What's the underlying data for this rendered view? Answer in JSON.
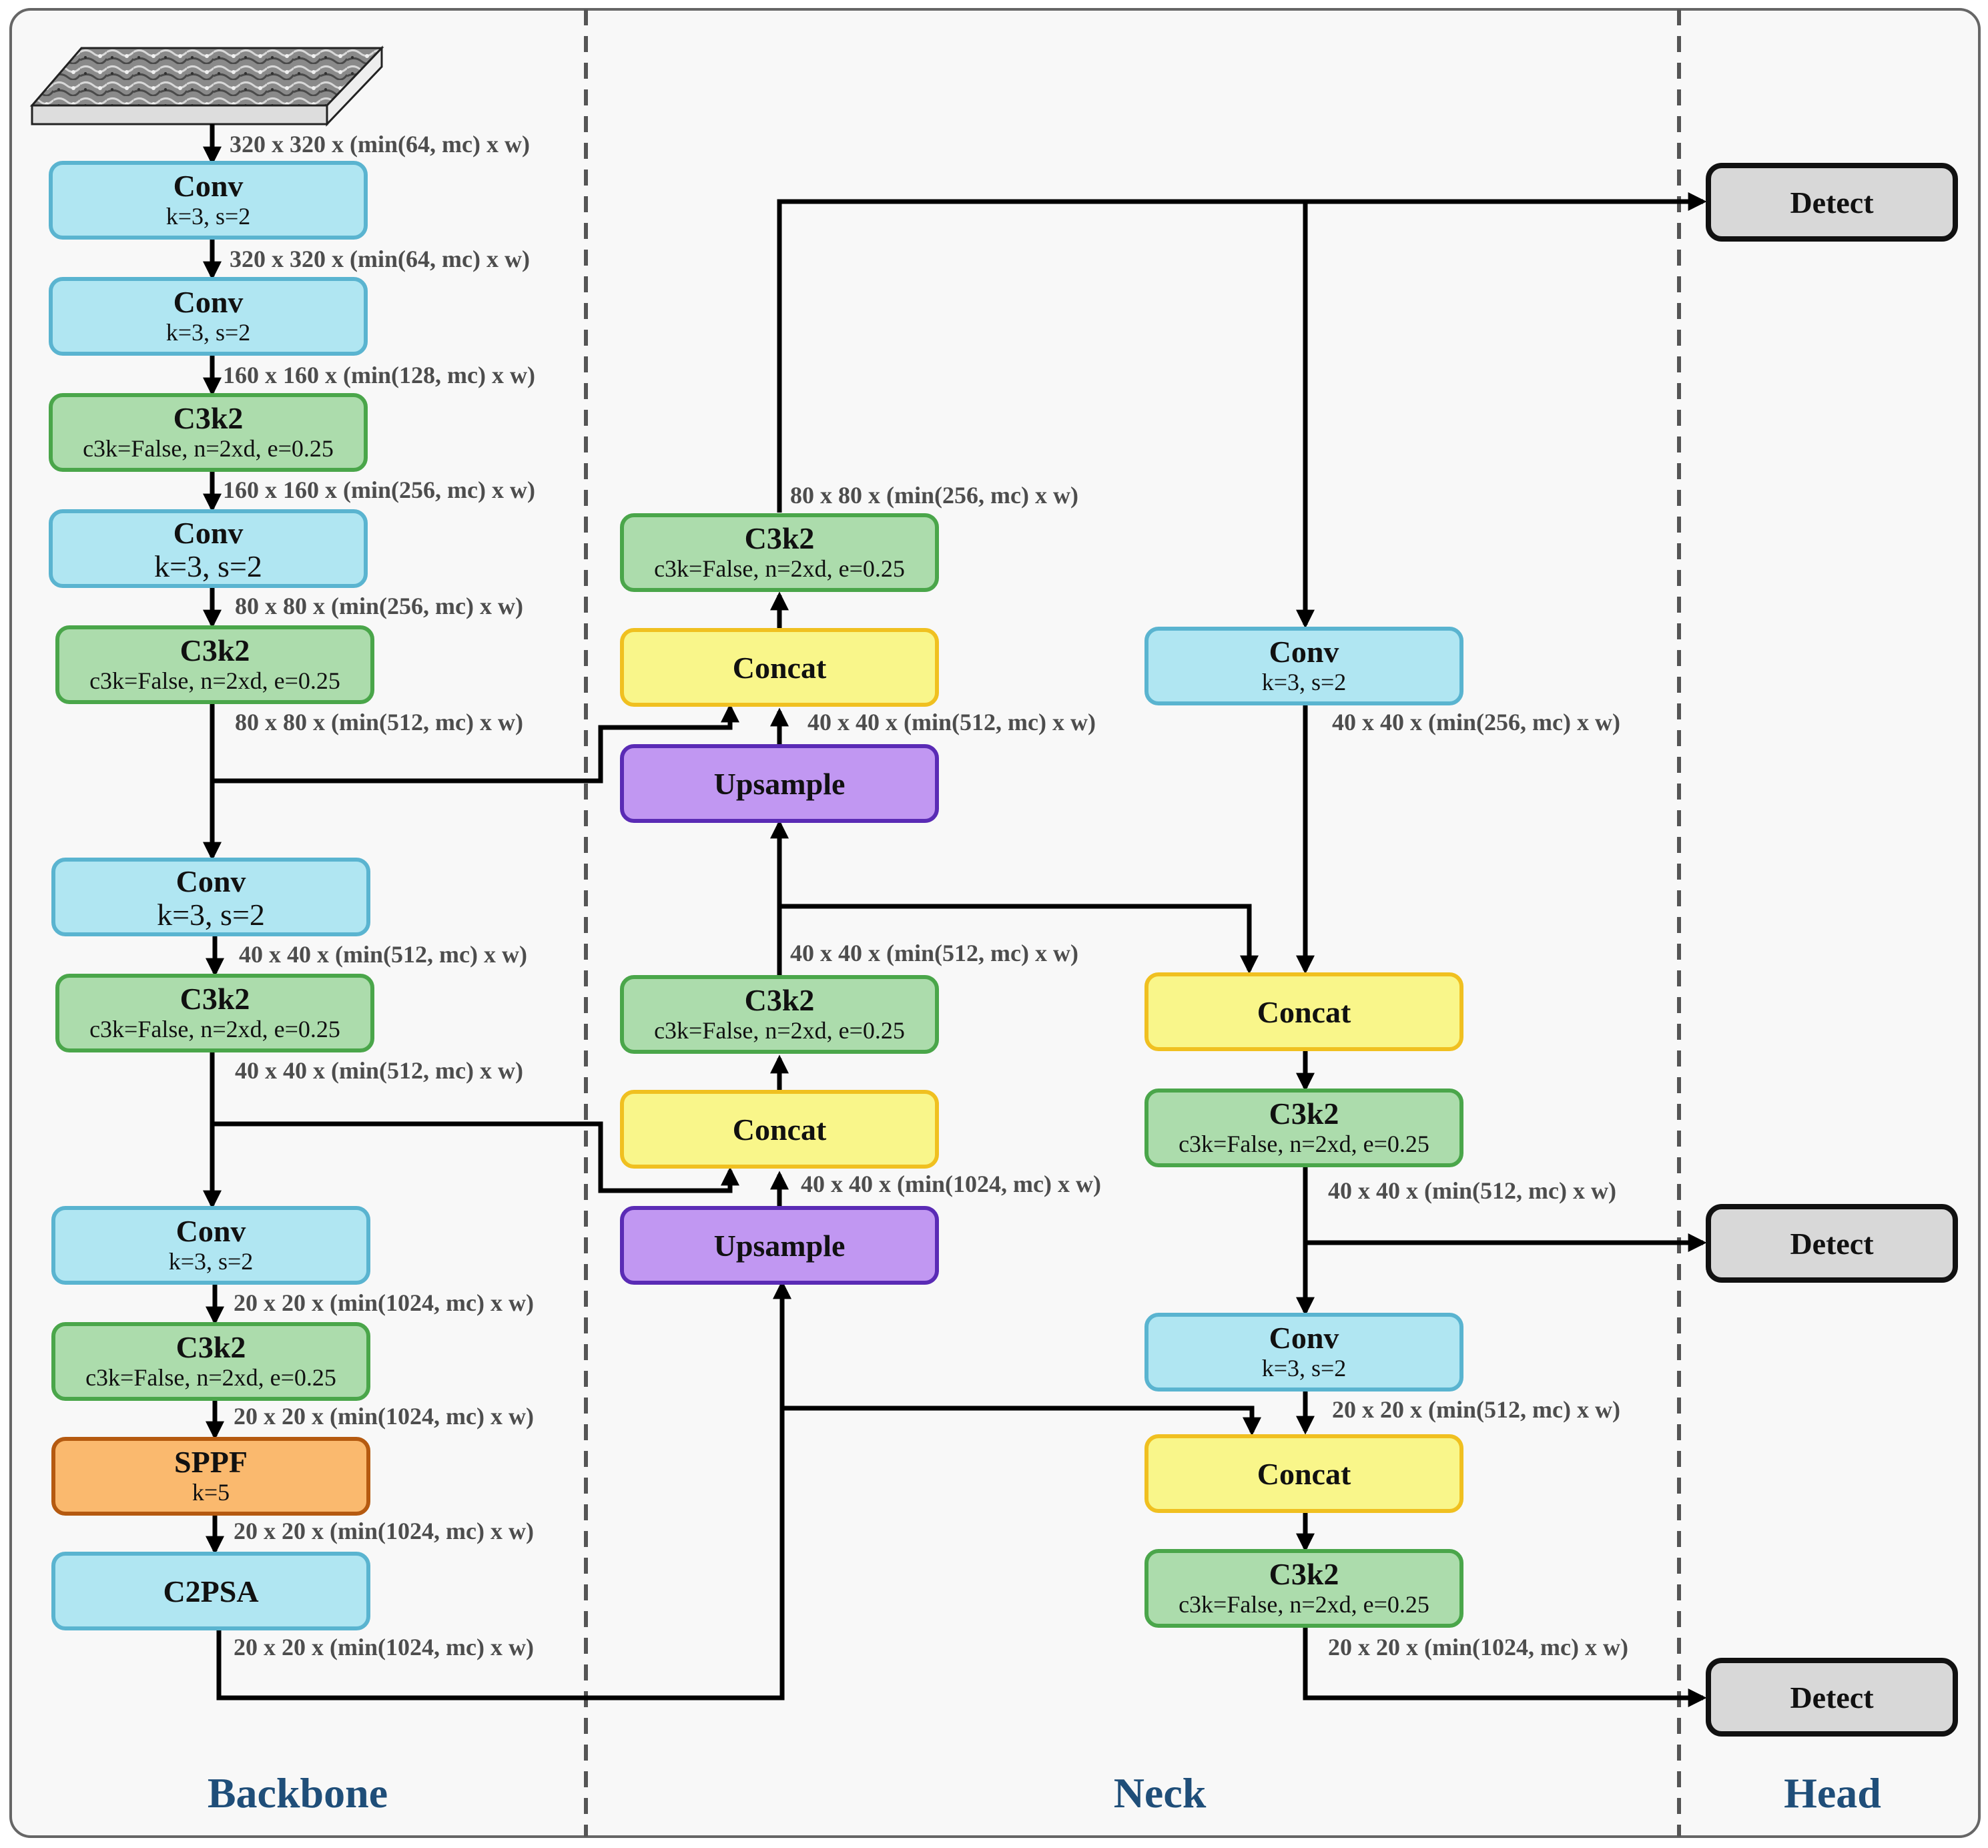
{
  "colors": {
    "conv": {
      "fill": "#b0e6f2",
      "stroke": "#5ab4d0"
    },
    "c3k2": {
      "fill": "#acdcac",
      "stroke": "#4aa64a"
    },
    "concat": {
      "fill": "#f9f68a",
      "stroke": "#f0c020"
    },
    "upsample": {
      "fill": "#c197f2",
      "stroke": "#5a2bb5"
    },
    "sppf": {
      "fill": "#fab96e",
      "stroke": "#b55a10"
    },
    "detect": {
      "fill": "#d8d8d8",
      "stroke": "#111111"
    },
    "section_text": "#1f4e79"
  },
  "sections": {
    "backbone": "Backbone",
    "neck": "Neck",
    "head": "Head"
  },
  "input_image": {
    "name": "input-image-icon"
  },
  "nodes": {
    "b_conv1": {
      "type": "conv",
      "title": "Conv",
      "sub": "k=3, s=2"
    },
    "b_conv2": {
      "type": "conv",
      "title": "Conv",
      "sub": "k=3, s=2"
    },
    "b_c3k2_1": {
      "type": "c3k2",
      "title": "C3k2",
      "sub": "c3k=False, n=2xd, e=0.25"
    },
    "b_conv3": {
      "type": "conv",
      "title": "Conv",
      "sub": "k=3, s=2"
    },
    "b_c3k2_2": {
      "type": "c3k2",
      "title": "C3k2",
      "sub": "c3k=False, n=2xd, e=0.25"
    },
    "b_conv4": {
      "type": "conv",
      "title": "Conv",
      "sub": "k=3, s=2"
    },
    "b_c3k2_3": {
      "type": "c3k2",
      "title": "C3k2",
      "sub": "c3k=False, n=2xd, e=0.25"
    },
    "b_conv5": {
      "type": "conv",
      "title": "Conv",
      "sub": "k=3, s=2"
    },
    "b_c3k2_4": {
      "type": "c3k2",
      "title": "C3k2",
      "sub": "c3k=False, n=2xd, e=0.25"
    },
    "b_sppf": {
      "type": "sppf",
      "title": "SPPF",
      "sub": "k=5"
    },
    "b_c2psa": {
      "type": "conv",
      "title": "C2PSA",
      "sub": ""
    },
    "n_c3k2_top": {
      "type": "c3k2",
      "title": "C3k2",
      "sub": "c3k=False, n=2xd, e=0.25"
    },
    "n_concat_1": {
      "type": "concat",
      "title": "Concat",
      "sub": ""
    },
    "n_upsample_1": {
      "type": "upsample",
      "title": "Upsample",
      "sub": ""
    },
    "n_c3k2_mid": {
      "type": "c3k2",
      "title": "C3k2",
      "sub": "c3k=False, n=2xd, e=0.25"
    },
    "n_concat_2": {
      "type": "concat",
      "title": "Concat",
      "sub": ""
    },
    "n_upsample_2": {
      "type": "upsample",
      "title": "Upsample",
      "sub": ""
    },
    "n_conv_r1": {
      "type": "conv",
      "title": "Conv",
      "sub": "k=3, s=2"
    },
    "n_concat_r1": {
      "type": "concat",
      "title": "Concat",
      "sub": ""
    },
    "n_c3k2_r1": {
      "type": "c3k2",
      "title": "C3k2",
      "sub": "c3k=False, n=2xd, e=0.25"
    },
    "n_conv_r2": {
      "type": "conv",
      "title": "Conv",
      "sub": "k=3, s=2"
    },
    "n_concat_r2": {
      "type": "concat",
      "title": "Concat",
      "sub": ""
    },
    "n_c3k2_r2": {
      "type": "c3k2",
      "title": "C3k2",
      "sub": "c3k=False, n=2xd, e=0.25"
    },
    "h_detect_1": {
      "type": "detect",
      "title": "Detect",
      "sub": ""
    },
    "h_detect_2": {
      "type": "detect",
      "title": "Detect",
      "sub": ""
    },
    "h_detect_3": {
      "type": "detect",
      "title": "Detect",
      "sub": ""
    }
  },
  "edge_labels": [
    "320 x 320 x (min(64, mc) x w)",
    "320 x 320 x (min(64, mc) x w)",
    "160 x 160 x (min(128, mc) x w)",
    "160 x 160 x (min(256, mc) x w)",
    "80 x 80 x (min(256, mc) x w)",
    "80 x 80 x (min(512, mc) x w)",
    "40 x 40 x (min(512, mc) x w)",
    "40 x 40 x (min(512, mc) x w)",
    "20 x 20 x (min(1024, mc) x w)",
    "20 x 20 x (min(1024, mc) x w)",
    "20 x 20 x (min(1024, mc) x w)",
    "20 x 20 x (min(1024, mc) x w)",
    "80 x 80 x (min(256, mc) x w)",
    "40 x 40 x (min(512, mc) x w)",
    "40 x 40 x (min(512, mc) x w)",
    "40 x 40 x (min(1024, mc) x w)",
    "40 x 40 x (min(256, mc) x w)",
    "40 x 40 x (min(512, mc) x w)",
    "20 x 20 x (min(512, mc) x w)",
    "20 x 20 x (min(1024, mc) x w)"
  ]
}
